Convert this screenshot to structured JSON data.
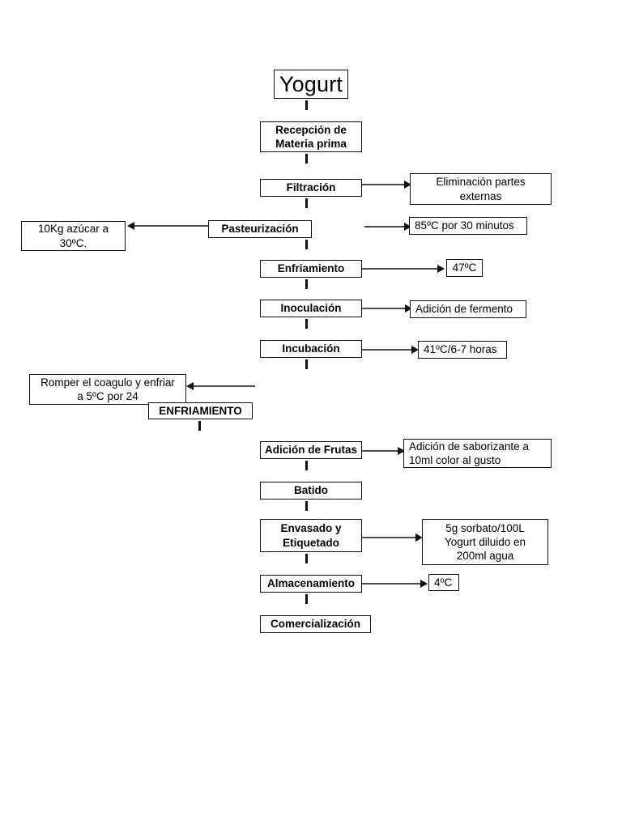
{
  "diagram": {
    "title": "Yogurt",
    "process_steps": [
      {
        "id": "recepcion",
        "label": "Recepción de\nMateria prima"
      },
      {
        "id": "filtracion",
        "label": "Filtración"
      },
      {
        "id": "pasteurizacion",
        "label": "Pasteurización"
      },
      {
        "id": "enfriamiento",
        "label": "Enfriamiento"
      },
      {
        "id": "inoculacion",
        "label": "Inoculación"
      },
      {
        "id": "incubacion",
        "label": "Incubación"
      },
      {
        "id": "enfriamiento-2",
        "label": "ENFRIAMIENTO"
      },
      {
        "id": "adicion-frutas",
        "label": "Adición de Frutas"
      },
      {
        "id": "batido",
        "label": "Batido"
      },
      {
        "id": "envasado",
        "label": "Envasado y\nEtiquetado"
      },
      {
        "id": "almacenamiento",
        "label": "Almacenamiento"
      },
      {
        "id": "comercializacion",
        "label": "Comercialización"
      }
    ],
    "annotations": [
      {
        "id": "eliminacion",
        "label": "Eliminación partes\nexternas",
        "from": "filtracion",
        "side": "right"
      },
      {
        "id": "pasteurizacion-param",
        "label": "85ºC por 30 minutos",
        "from": "pasteurizacion",
        "side": "right"
      },
      {
        "id": "azucar",
        "label": "10Kg azúcar a\n30ºC.",
        "from": "pasteurizacion",
        "side": "left"
      },
      {
        "id": "temp-enfriamiento",
        "label": "47ºC",
        "from": "enfriamiento",
        "side": "right"
      },
      {
        "id": "fermento",
        "label": "Adición de fermento",
        "from": "inoculacion",
        "side": "right"
      },
      {
        "id": "incubacion-param",
        "label": "41ºC/6-7 horas",
        "from": "incubacion",
        "side": "right"
      },
      {
        "id": "romper-coagulo",
        "label": "Romper el coagulo y enfriar\na 5ºC por 24",
        "from": "enfriamiento-2",
        "side": "left"
      },
      {
        "id": "saborizante",
        "label": "Adición de saborizante a\n10ml color al gusto",
        "from": "adicion-frutas",
        "side": "right"
      },
      {
        "id": "sorbato",
        "label": "5g sorbato/100L\nYogurt diluido en\n200ml agua",
        "from": "envasado",
        "side": "right"
      },
      {
        "id": "temp-almacenamiento",
        "label": "4ºC",
        "from": "almacenamiento",
        "side": "right"
      }
    ],
    "colors": {
      "box_border": "#111111",
      "background": "#ffffff",
      "text": "#000000",
      "connector": "#4a4a4a"
    }
  }
}
